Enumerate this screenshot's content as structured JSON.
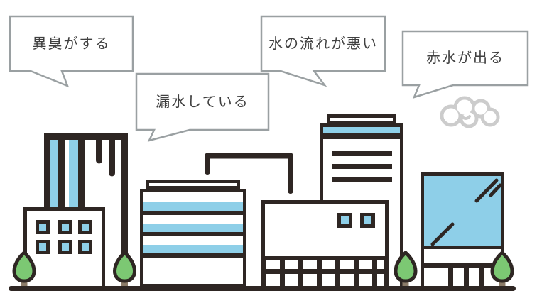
{
  "scene": {
    "description": "City buildings illustration with speech bubbles about water trouble",
    "bubbles": [
      {
        "id": "smell",
        "label": "異臭がする"
      },
      {
        "id": "leak",
        "label": "漏水している"
      },
      {
        "id": "flow",
        "label": "水の流れが悪い"
      },
      {
        "id": "redwater",
        "label": "赤水が出る"
      }
    ]
  },
  "colors": {
    "outline": "#2e2623",
    "blue": "#8ecfe8",
    "green": "#7cc873",
    "trunk": "#8c7c69",
    "bubble_border": "#9aa0a2",
    "text": "#404040",
    "cloud": "#cccccc",
    "background": "#ffffff"
  }
}
